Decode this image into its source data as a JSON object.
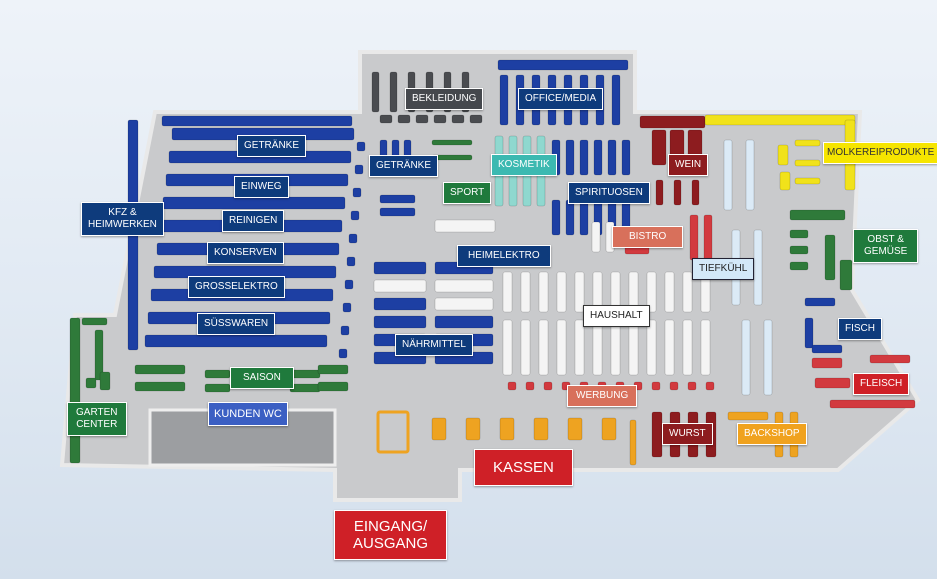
{
  "labels": {
    "bekleidung": "BEKLEIDUNG",
    "office_media": "OFFICE/MEDIA",
    "getraenke_left": "GETRÄNKE",
    "einweg": "EINWEG",
    "reinigen": "REINIGEN",
    "konserven": "KONSERVEN",
    "grosselektro": "GROSSELEKTRO",
    "suesswaren": "SÜSSWAREN",
    "kfz_line1": "KFZ &",
    "kfz_line2": "HEIMWERKEN",
    "getraenke_mid": "GETRÄNKE",
    "kosmetik": "KOSMETIK",
    "sport": "SPORT",
    "spirituosen": "SPIRITUOSEN",
    "wein": "WEIN",
    "molkereiprodukte": "MOLKEREIPRODUKTE",
    "heimelektro": "HEIMELEKTRO",
    "bistro": "BISTRO",
    "tiefkuehl": "TIEFKÜHL",
    "obst_line1": "OBST &",
    "obst_line2": "GEMÜSE",
    "haushalt": "HAUSHALT",
    "fisch": "FISCH",
    "naehrmittel": "NÄHRMITTEL",
    "fleisch": "FLEISCH",
    "saison": "SAISON",
    "werbung": "WERBUNG",
    "kunden_wc": "KUNDEN WC",
    "garten_line1": "GARTEN",
    "garten_line2": "CENTER",
    "wurst": "WURST",
    "backshop": "BACKSHOP",
    "kassen": "KASSEN",
    "eingang_line1": "EINGANG/",
    "eingang_line2": "AUSGANG"
  },
  "colors": {
    "floor": "#c9cacc",
    "blue": "#1d3fa3",
    "green": "#2f7a3a",
    "white": "#f4f4f4",
    "wine": "#8d1c1f",
    "yellow": "#f1e21a",
    "red": "#d23a3f",
    "orange": "#eea321",
    "teal": "#8fd8cf",
    "lightblue": "#dbeaf6",
    "gray": "#4a4c50"
  }
}
